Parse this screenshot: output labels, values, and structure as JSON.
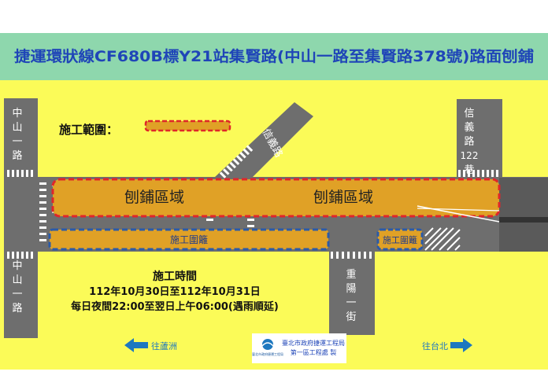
{
  "header": {
    "title": "捷運環狀線CF680B標Y21站集賢路(中山一路至集賢路378號)路面刨鋪"
  },
  "legend": {
    "label": "施工範圍："
  },
  "roads": {
    "zhongshan_top": [
      "中",
      "山",
      "一",
      "路"
    ],
    "zhongshan_bottom": [
      "中",
      "山",
      "一",
      "路"
    ],
    "xinyi_diag": "信義路",
    "xinyi_right": [
      "信",
      "義",
      "路",
      "122",
      "巷"
    ],
    "chongyang": [
      "重",
      "陽",
      "一",
      "街"
    ]
  },
  "zones": {
    "milling_left": "刨鋪區域",
    "milling_right": "刨鋪區域",
    "fence_left": "施工圍籬",
    "fence_right": "施工圍籬"
  },
  "schedule": {
    "heading": "施工時間",
    "dates": "112年10月30日至112年10月31日",
    "hours": "每日夜間22:00至翌日上午06:00(遇雨順延)"
  },
  "directions": {
    "left": "往蘆洲",
    "right": "往台北"
  },
  "footer": {
    "org_line1": "臺北市政府捷運工程局",
    "org_line2": "第一區工程處  製",
    "logo_text": "臺北市政府捷運工程局"
  },
  "colors": {
    "header_bg": "#8ed7ad",
    "title": "#1f45b8",
    "background": "#fbfb58",
    "road": "#6e6e6e",
    "milling": "#e0a126",
    "milling_border": "#e0262a",
    "fence_border": "#2b5aa8",
    "arrow": "#1e78bf"
  }
}
